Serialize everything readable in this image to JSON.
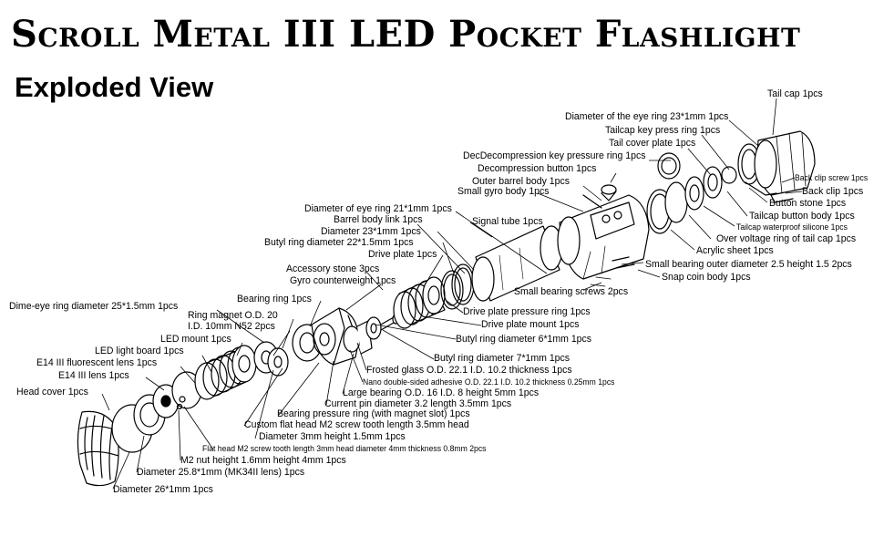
{
  "header": {
    "title": "Scroll Metal III LED Pocket Flashlight",
    "subtitle": "Exploded View"
  },
  "labels": {
    "tail_cap": "Tail cap 1pcs",
    "eye_ring_23": "Diameter of the eye ring 23*1mm 1pcs",
    "tailcap_key_press_ring": "Tailcap key press ring 1pcs",
    "tail_cover_plate": "Tail cover plate 1pcs",
    "dec_key_pressure_ring": "DecDecompression key pressure ring 1pcs",
    "decompression_button": "Decompression button 1pcs",
    "back_clip_screw": "Back clip screw 1pcs",
    "outer_barrel_body": "Outer barrel body 1pcs",
    "back_clip": "Back clip 1pcs",
    "small_gyro_body": "Small gyro body 1pcs",
    "button_stone": "Button stone 1pcs",
    "eye_ring_21": "Diameter of eye ring 21*1mm 1pcs",
    "tailcap_button_body": "Tailcap button body 1pcs",
    "barrel_body_link": "Barrel body link 1pcs",
    "signal_tube": "Signal tube 1pcs",
    "tailcap_waterproof": "Tailcap waterproof silicone 1pcs",
    "diameter_23": "Diameter 23*1mm 1pcs",
    "over_voltage_ring": "Over voltage ring of tail cap 1pcs",
    "butyl_ring_22": "Butyl ring diameter 22*1.5mm 1pcs",
    "acrylic_sheet": "Acrylic sheet 1pcs",
    "drive_plate": "Drive plate 1pcs",
    "small_bearing_outer": "Small bearing outer diameter 2.5 height 1.5 2pcs",
    "accessory_stone": "Accessory stone 3pcs",
    "snap_coin_body": "Snap coin body 1pcs",
    "gyro_counterweight": "Gyro counterweight 1pcs",
    "small_bearing_screws": "Small bearing screws 2pcs",
    "bearing_ring": "Bearing ring 1pcs",
    "dime_eye_ring": "Dime-eye ring diameter 25*1.5mm 1pcs",
    "drive_plate_pressure_ring": "Drive plate pressure ring 1pcs",
    "ring_magnet_1": "Ring magnet O.D. 20",
    "ring_magnet_2": "I.D. 10mm N52 2pcs",
    "drive_plate_mount": "Drive plate mount 1pcs",
    "led_mount": "LED mount 1pcs",
    "butyl_ring_6": "Butyl ring diameter 6*1mm 1pcs",
    "led_light_board": "LED light board 1pcs",
    "butyl_ring_7": "Butyl ring diameter 7*1mm 1pcs",
    "e14_fluorescent": "E14 III fluorescent lens 1pcs",
    "frosted_glass": "Frosted glass O.D. 22.1 I.D. 10.2 thickness 1pcs",
    "e14_lens": "E14 III lens 1pcs",
    "nano_adhesive": "Nano double-sided adhesive O.D. 22.1 I.D. 10.2 thickness 0.25mm 1pcs",
    "large_bearing": "Large bearing O.D. 16 I.D. 8 height 5mm 1pcs",
    "head_cover": "Head cover 1pcs",
    "current_pin": "Current pin diameter 3.2 length 3.5mm 1pcs",
    "bearing_pressure_ring": "Bearing pressure ring (with magnet slot) 1pcs",
    "custom_flat_head": "Custom flat head M2 screw tooth length 3.5mm head",
    "diameter_3mm": "Diameter 3mm height 1.5mm 1pcs",
    "flat_head_m2": "Flat head M2 screw tooth length 3mm head diameter 4mm thickness 0.8mm 2pcs",
    "m2_nut": "M2 nut height 1.6mm height 4mm 1pcs",
    "diameter_25_8": "Diameter 25.8*1mm (MK34II lens) 1pcs",
    "diameter_26": "Diameter 26*1mm 1pcs"
  }
}
